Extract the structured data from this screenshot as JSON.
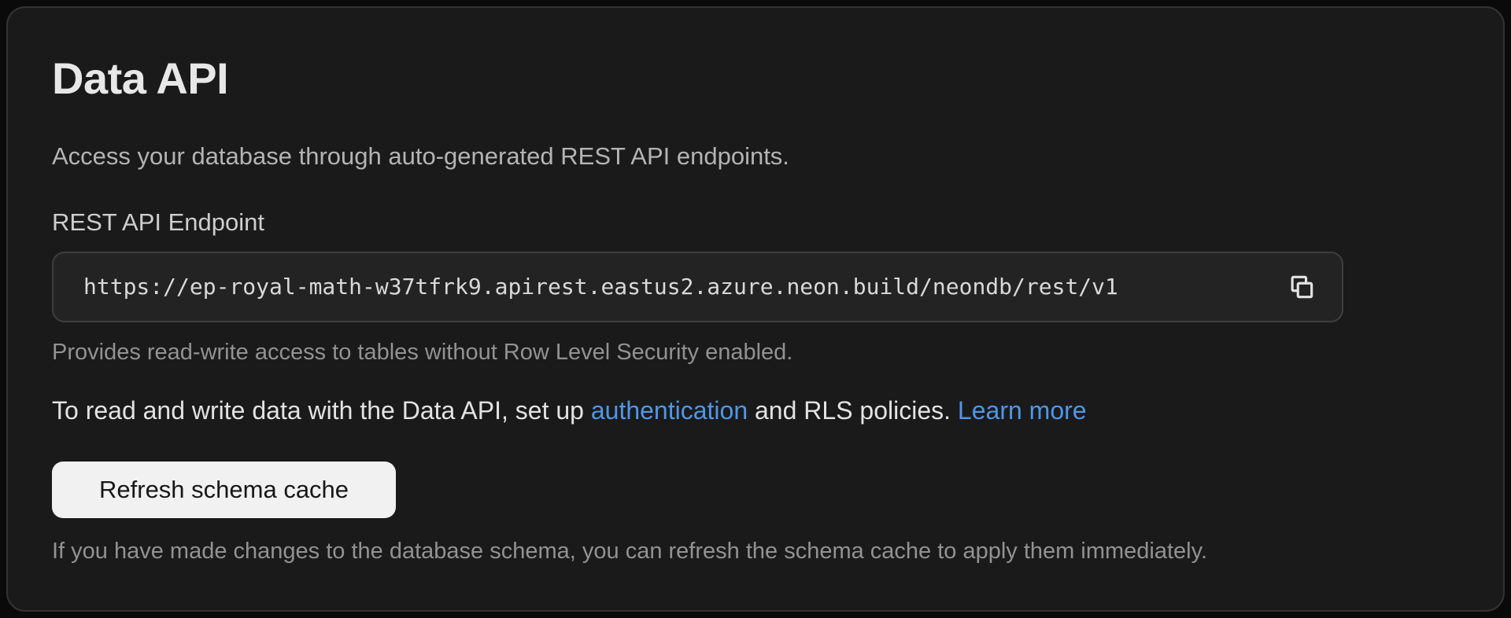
{
  "colors": {
    "page_background": "#0a0a0a",
    "card_background": "#1a1a1a",
    "card_border": "#343434",
    "input_background": "#232323",
    "input_border": "#3e3e3e",
    "link": "#4f97e8",
    "button_background": "#f1f1f1",
    "button_text": "#171717"
  },
  "card": {
    "title": "Data API",
    "description": "Access your database through auto-generated REST API endpoints."
  },
  "endpoint": {
    "label": "REST API Endpoint",
    "url": "https://ep-royal-math-w37tfrk9.apirest.eastus2.azure.neon.build/neondb/rest/v1",
    "copy_icon": "copy-icon",
    "helper": "Provides read-write access to tables without Row Level Security enabled."
  },
  "rls_note": {
    "prefix": "To read and write data with the Data API, set up ",
    "authentication_link": "authentication",
    "middle": " and RLS policies. ",
    "learn_more_link": "Learn more"
  },
  "refresh": {
    "button_label": "Refresh schema cache",
    "helper": "If you have made changes to the database schema, you can refresh the schema cache to apply them immediately."
  }
}
